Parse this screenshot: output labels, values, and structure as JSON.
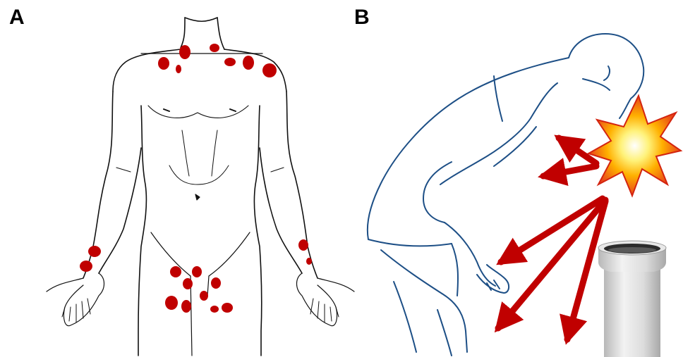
{
  "panels": {
    "a": {
      "label": "A"
    },
    "b": {
      "label": "B"
    }
  },
  "colors": {
    "lesion": "#c00000",
    "outline_a": "#111111",
    "outline_b": "#1d4f86",
    "arrow": "#c00000",
    "pipe": "#d4d4d4"
  },
  "icons": [
    "male-body-front-outline",
    "bent-over-man-outline",
    "explosion-icon",
    "arrow-icon",
    "pvc-pipe-image"
  ]
}
